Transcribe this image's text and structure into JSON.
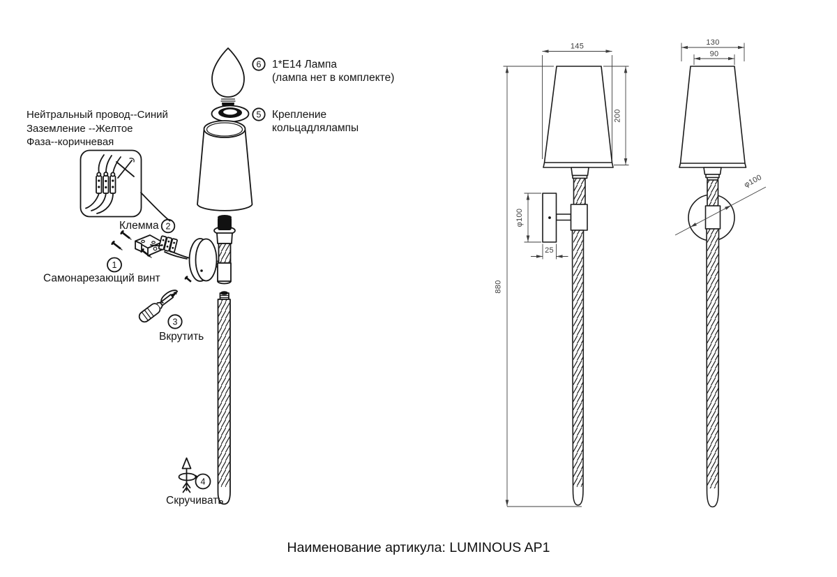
{
  "title": {
    "text": "Наименование артикула: LUMINOUS AP1"
  },
  "exploded": {
    "step6": {
      "num": "6",
      "text1": "1*E14 Лампа",
      "text2": "(лампа нет в комплекте)"
    },
    "step5": {
      "num": "5",
      "text1": "Крепление",
      "text2": "кольцадлялампы"
    },
    "wiring": [
      "Нейтральный провод--Синий",
      "Заземление --Желтое",
      "Фаза--коричневая"
    ],
    "step2": {
      "num": "2",
      "label": "Клемма"
    },
    "step1": {
      "num": "1",
      "label": "Самонарезающий винт"
    },
    "step3": {
      "num": "3",
      "label": "Вкрутить"
    },
    "step4": {
      "num": "4",
      "label": "Скручивать"
    }
  },
  "side_view": {
    "shade_width": "145",
    "shade_height": "200",
    "overall_height": "880",
    "plate_diameter": "φ100",
    "plate_depth": "25"
  },
  "front_view": {
    "shade_bottom": "130",
    "shade_top": "90",
    "plate_diameter": "φ100"
  },
  "colors": {
    "line": "#161616",
    "dimension": "#3d3d3d",
    "background": "#ffffff"
  }
}
